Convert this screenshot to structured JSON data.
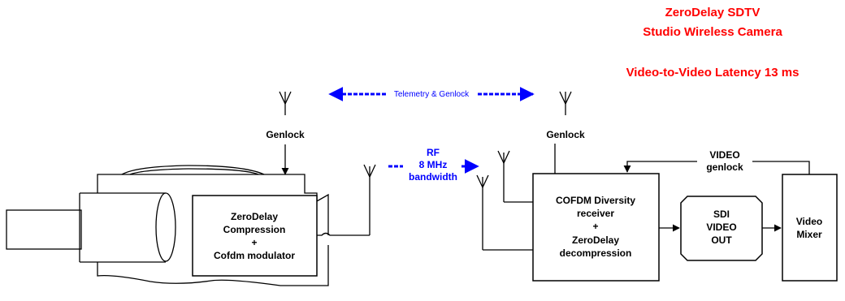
{
  "title": {
    "line1": "ZeroDelay SDTV",
    "line2": "Studio Wireless Camera",
    "latency": "Video-to-Video Latency 13 ms"
  },
  "labels": {
    "genlock_left": "Genlock",
    "genlock_right": "Genlock",
    "telemetry": "Telemetry & Genlock",
    "rf_line1": "RF",
    "rf_line2": "8 MHz",
    "rf_line3": "bandwidth",
    "video_genlock_line1": "VIDEO",
    "video_genlock_line2": "genlock"
  },
  "blocks": {
    "camera": [
      "ZeroDelay",
      "Compression",
      "+",
      "Cofdm modulator"
    ],
    "receiver": [
      "COFDM Diversity",
      "receiver",
      "+",
      "ZeroDelay",
      "decompression"
    ],
    "sdi": [
      "SDI",
      "VIDEO",
      "OUT"
    ],
    "mixer": [
      "Video",
      "Mixer"
    ]
  },
  "colors": {
    "title": "#ff0000",
    "link": "#0000ff",
    "line": "#000000"
  }
}
